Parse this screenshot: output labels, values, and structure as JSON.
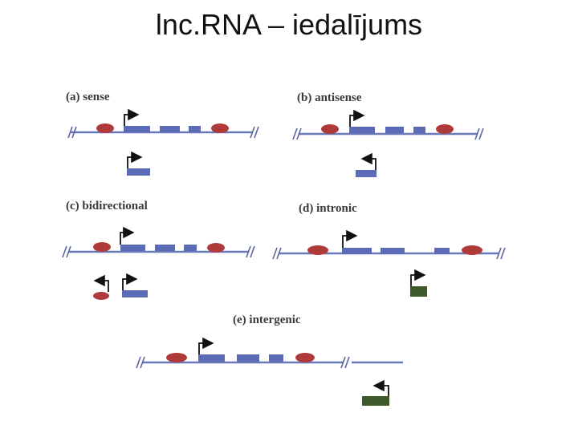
{
  "title": "lnc.RNA – iedalījums",
  "panels": {
    "a": {
      "label": "(a) sense"
    },
    "b": {
      "label": "(b) antisense"
    },
    "c": {
      "label": "(c) bidirectional"
    },
    "d": {
      "label": "(d) intronic"
    },
    "e": {
      "label": "(e) intergenic"
    }
  },
  "colors": {
    "axis": "#6a79b8",
    "exon": "#5b6bb5",
    "regulatory_blob": "#b03a3a",
    "intronic_lncrna": "#3f5a2a"
  }
}
